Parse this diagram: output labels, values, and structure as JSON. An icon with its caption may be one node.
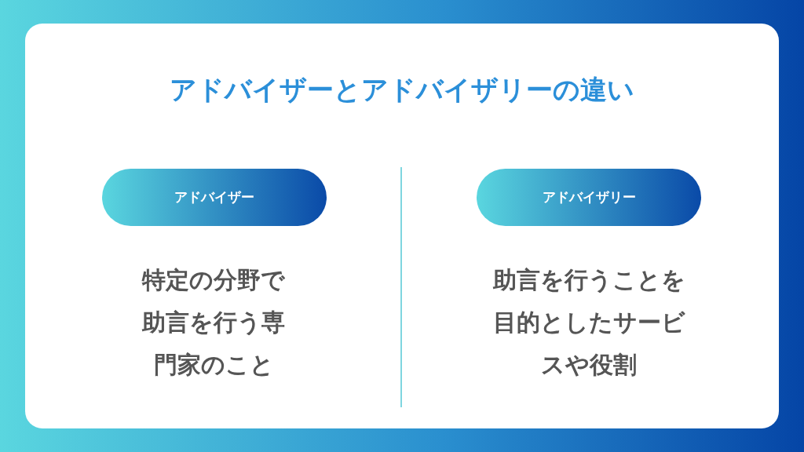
{
  "diagram": {
    "title": "アドバイザーとアドバイザリーの違い",
    "nodes": [
      {
        "text": [
          "アドバイザー"
        ]
      },
      {
        "text": [
          "アドバイザリー"
        ]
      }
    ],
    "labels": [
      "特定の分野で助言を行う専門家のこと",
      "助言を行うことを目的としたサービスや役割"
    ]
  }
}
